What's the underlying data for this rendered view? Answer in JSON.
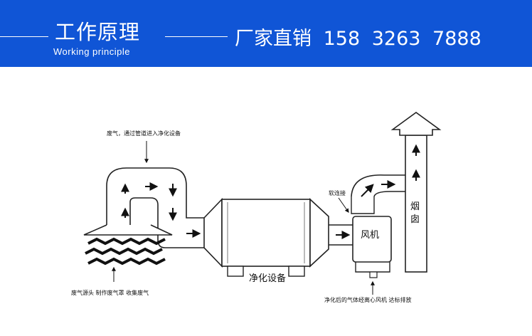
{
  "header": {
    "title_cn": "工作原理",
    "title_en": "Working principle",
    "contact_label": "厂家直销",
    "phone_parts": [
      "158",
      "3263",
      "7888"
    ],
    "background_color": "#1055d6"
  },
  "diagram": {
    "label_inlet": "废气，通过管道进入净化设备",
    "label_hood": "废气源头  制作废气罩  收集废气",
    "label_equipment": "净化设备",
    "label_soft_joint": "软连接",
    "label_fan": "风机",
    "label_chimney_1": "烟",
    "label_chimney_2": "囱",
    "label_exhaust": "净化后的气体经离心风机  达标排放"
  }
}
